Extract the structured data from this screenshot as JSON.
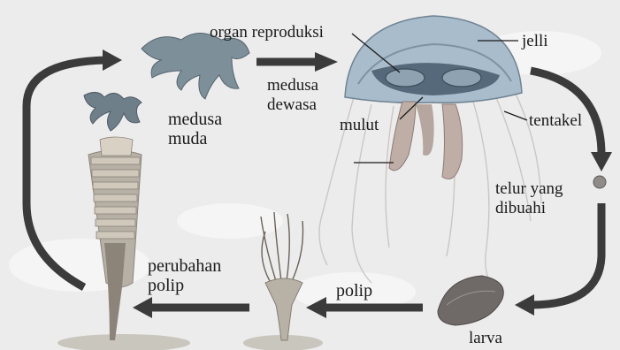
{
  "diagram": {
    "labels": {
      "organ_reproduksi": "organ reproduksi",
      "jelli": "jelli",
      "medusa_dewasa": "medusa\ndewasa",
      "mulut": "mulut",
      "tentakel": "tentakel",
      "telur": "telur yang\ndibuahi",
      "medusa_muda": "medusa\nmuda",
      "perubahan_polip": "perubahan\npolip",
      "polip": "polip",
      "larva": "larva"
    },
    "colors": {
      "background": "#ececec",
      "arrow": "#3b3b3b",
      "jelly_body": "#9fb4c4",
      "jelly_dark": "#4a5f70",
      "medusa_young": "#7d8f99",
      "polyp_body": "#b8b2a6",
      "larva": "#6f6a68"
    }
  }
}
